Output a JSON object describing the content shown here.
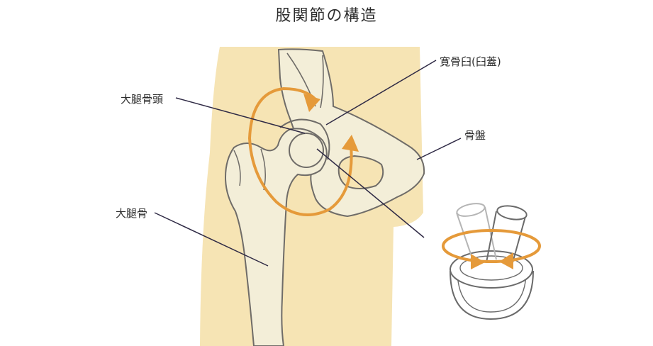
{
  "title": "股関節の構造",
  "labels": {
    "acetabulum": "寛骨臼(臼蓋)",
    "femoral_head": "大腿骨頭",
    "pelvis": "骨盤",
    "femur": "大腿骨"
  },
  "colors": {
    "skin": "#f6e4b4",
    "bone": "#f3eed8",
    "bone_outline": "#6f6c68",
    "arrow": "#e59a3a",
    "leader_line": "#2f2a45",
    "model_outline": "#6a6a6a"
  }
}
